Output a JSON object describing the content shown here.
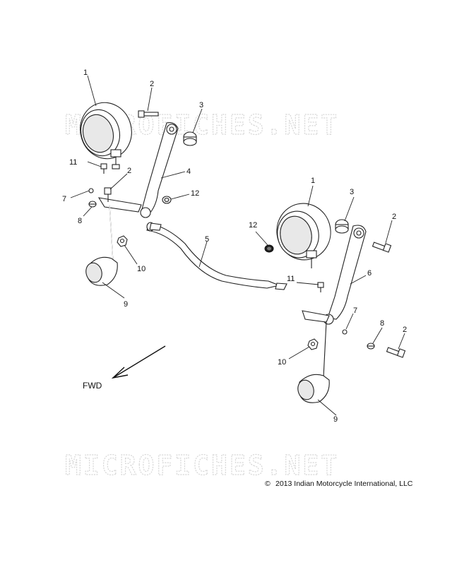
{
  "watermark": {
    "text": "MICROFICHES.NET"
  },
  "direction": {
    "label": "FWD"
  },
  "copyright": {
    "symbol": "©",
    "text": "2013 Indian Motorcycle International, LLC"
  },
  "callouts": {
    "c1a": "1",
    "c2a": "2",
    "c3a": "3",
    "c11a": "11",
    "c2b": "2",
    "c4": "4",
    "c7a": "7",
    "c12a": "12",
    "c8a": "8",
    "c5": "5",
    "c10a": "10",
    "c9a": "9",
    "c1b": "1",
    "c3b": "3",
    "c2c": "2",
    "c12b": "12",
    "c11b": "11",
    "c6": "6",
    "c7b": "7",
    "c8b": "8",
    "c2d": "2",
    "c10b": "10",
    "c9b": "9"
  }
}
